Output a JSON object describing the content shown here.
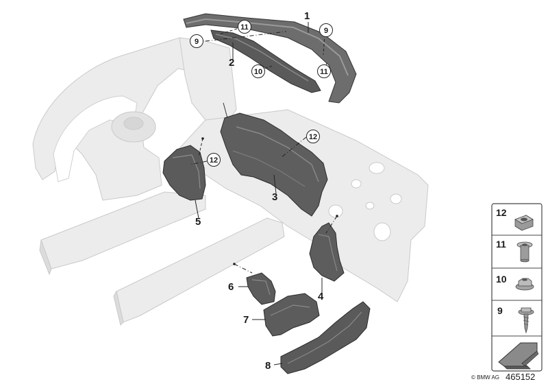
{
  "diagram": {
    "callouts": [
      {
        "id": "1",
        "circled": false
      },
      {
        "id": "2",
        "circled": false
      },
      {
        "id": "3",
        "circled": false
      },
      {
        "id": "4",
        "circled": false
      },
      {
        "id": "5",
        "circled": false
      },
      {
        "id": "6",
        "circled": false
      },
      {
        "id": "7",
        "circled": false
      },
      {
        "id": "8",
        "circled": false
      },
      {
        "id": "9",
        "circled": true
      },
      {
        "id": "11",
        "circled": true
      },
      {
        "id": "9",
        "circled": true
      },
      {
        "id": "11",
        "circled": true
      },
      {
        "id": "10",
        "circled": true
      },
      {
        "id": "12",
        "circled": true
      },
      {
        "id": "12",
        "circled": true
      }
    ],
    "fastener_panel": [
      {
        "number": "12",
        "part": "clip-nut"
      },
      {
        "number": "11",
        "part": "expanding-rivet-nut"
      },
      {
        "number": "10",
        "part": "flange-nut"
      },
      {
        "number": "9",
        "part": "self-tapping-screw"
      }
    ],
    "direction_icon": "front-arrow-icon",
    "footer": {
      "copyright": "© BMW AG",
      "image_number": "465152"
    }
  }
}
